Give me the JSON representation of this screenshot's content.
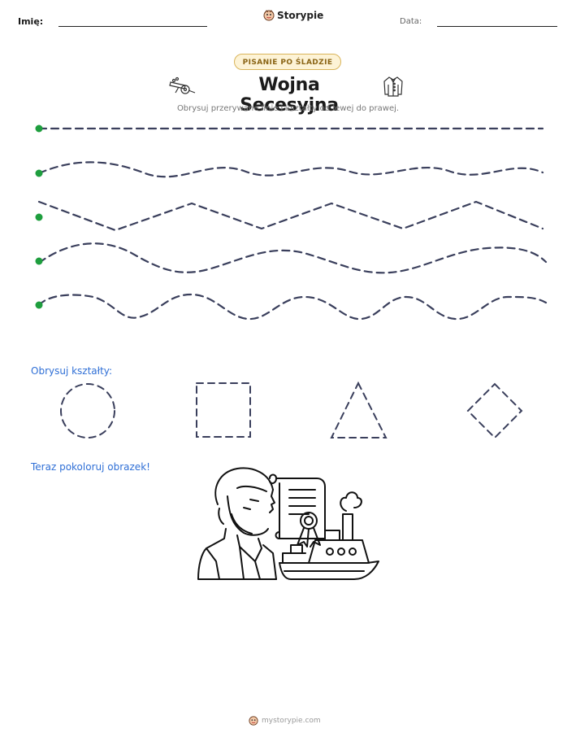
{
  "header": {
    "name_label": "Imię:",
    "date_label": "Data:",
    "brand": "Storypie"
  },
  "badge": "PISANIE PO ŚLADZIE",
  "title": "Wojna Secesyjna",
  "subtitle": "Obrysuj przerywane linie i kształty od lewej do prawej.",
  "tracing_lines": [
    "straight",
    "wave",
    "zigzag",
    "wave",
    "wave"
  ],
  "shapes_section": {
    "label": "Obrysuj kształty:",
    "shapes": [
      "circle",
      "square",
      "triangle",
      "diamond"
    ]
  },
  "coloring_section": {
    "label": "Teraz pokoloruj obrazek!"
  },
  "footer": "mystorypie.com",
  "colors": {
    "start_dot": "#1e9e3e",
    "dash": "#3a3f5c",
    "badge_border": "#d9b45a",
    "badge_bg": "#fdf3d6",
    "section_label": "#2f6fd6"
  },
  "icons": {
    "left_title_icon": "cannon-icon",
    "right_title_icon": "uniform-jacket-icon",
    "brand_icon": "storypie-logo-icon"
  }
}
